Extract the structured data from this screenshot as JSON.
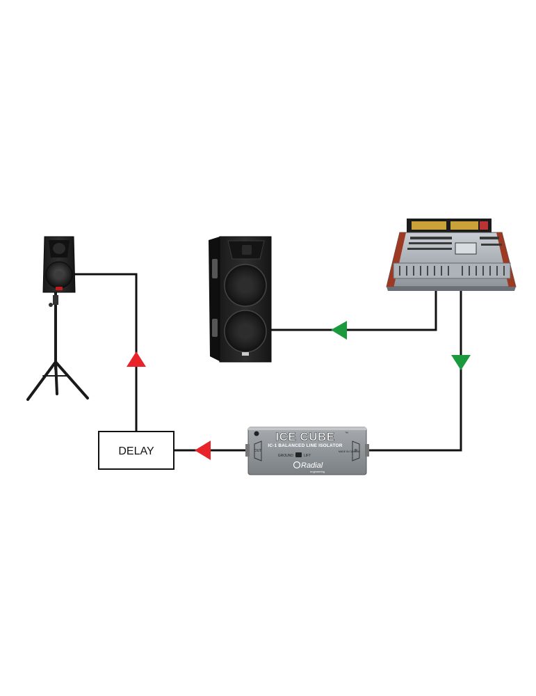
{
  "delay_box": {
    "label": "DELAY"
  },
  "isolator": {
    "brand_title": "ICE CUBE",
    "trademark": "™",
    "model_line": "IC-1 BALANCED LINE ISOLATOR",
    "ground_label": "GROUND",
    "lift_label": "LIFT",
    "maker_logo": "Radial",
    "maker_sub": "engineering",
    "made_in": "MADE IN CANADA",
    "in_label": "IN",
    "out_label": "OUT"
  },
  "colors": {
    "wire": "#111111",
    "arrow_red": "#e8232a",
    "arrow_green": "#1a9a3c",
    "isolator_body": "#8d9296",
    "console_trim": "#9c3a24"
  },
  "icons": [
    "powered-speaker-on-stand-icon",
    "dual-15-speaker-cabinet-icon",
    "mixing-console-icon",
    "line-isolator-box-icon"
  ]
}
